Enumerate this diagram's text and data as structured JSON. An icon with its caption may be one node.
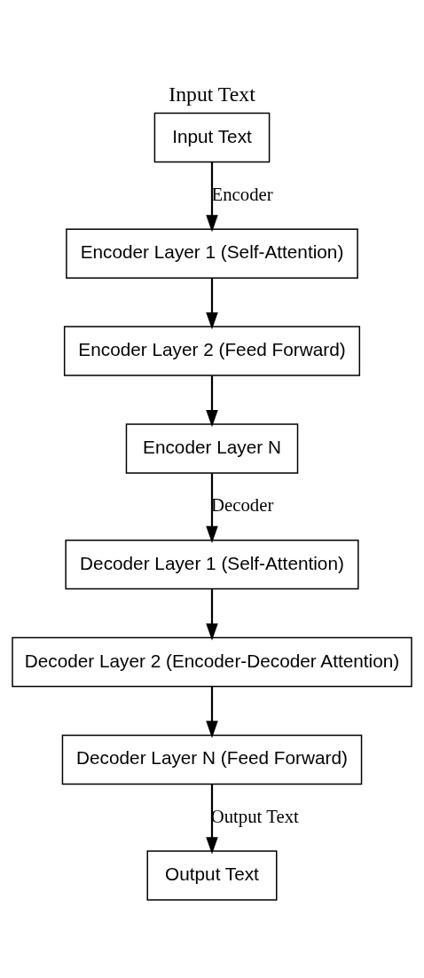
{
  "diagram": {
    "title": "Input Text",
    "nodes": [
      {
        "text": [
          "Input Text"
        ]
      },
      {
        "text": [
          "Encoder Layer 1 (Self-Attention)"
        ]
      },
      {
        "text": [
          "Encoder Layer 2 (Feed Forward)"
        ]
      },
      {
        "text": [
          "Encoder Layer N"
        ]
      },
      {
        "text": [
          "Decoder Layer 1 (Self-Attention)"
        ]
      },
      {
        "text": [
          "Decoder Layer 2 (Encoder-Decoder Attention)"
        ]
      },
      {
        "text": [
          "Decoder Layer N (Feed Forward)"
        ]
      },
      {
        "text": [
          "Output Text"
        ]
      }
    ],
    "edges": [
      {
        "from": 0,
        "to": 1,
        "arrow": "to",
        "label": "Encoder"
      },
      {
        "from": 1,
        "to": 2,
        "arrow": "to"
      },
      {
        "from": 2,
        "to": 3,
        "arrow": "to"
      },
      {
        "from": 3,
        "to": 4,
        "arrow": "to",
        "label": "Decoder"
      },
      {
        "from": 4,
        "to": 5,
        "arrow": "to"
      },
      {
        "from": 5,
        "to": 6,
        "arrow": "to"
      },
      {
        "from": 6,
        "to": 7,
        "arrow": "to",
        "label": "Output Text"
      }
    ]
  }
}
